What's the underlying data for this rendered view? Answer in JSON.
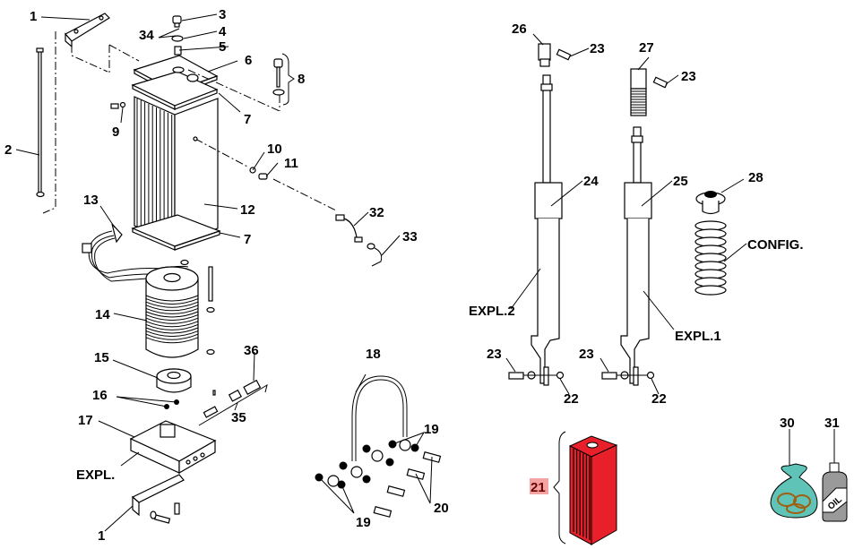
{
  "diagram": {
    "title": "Exploded parts view",
    "labels": {
      "p1_top": "1",
      "p1_bottom": "1",
      "p2": "2",
      "p3": "3",
      "p4": "4",
      "p5": "5",
      "p6": "6",
      "p7_top": "7",
      "p7_bottom": "7",
      "p8": "8",
      "p9": "9",
      "p10": "10",
      "p11": "11",
      "p12": "12",
      "p13": "13",
      "p14": "14",
      "p15": "15",
      "p16": "16",
      "p17": "17",
      "p18": "18",
      "p19_a": "19",
      "p19_b": "19",
      "p20": "20",
      "p21": "21",
      "p22_a": "22",
      "p22_b": "22",
      "p23_a": "23",
      "p23_b": "23",
      "p23_c": "23",
      "p23_d": "23",
      "p24": "24",
      "p25": "25",
      "p26": "26",
      "p27": "27",
      "p28": "28",
      "p30": "30",
      "p31": "31",
      "p32": "32",
      "p33": "33",
      "p34": "34",
      "p35": "35",
      "p36": "36",
      "expl": "EXPL.",
      "expl1": "EXPL.1",
      "expl2": "EXPL.2",
      "config": "CONFIG.",
      "oil": "OIL"
    },
    "colors": {
      "kit_red": "#e8202a",
      "highlight_label_bg": "#f4a3a3",
      "highlight_label_text": "#6b0000",
      "bag_teal": "#5fc3b8",
      "bottle_gray": "#9a9a9a"
    },
    "highlighted_part": "21"
  }
}
